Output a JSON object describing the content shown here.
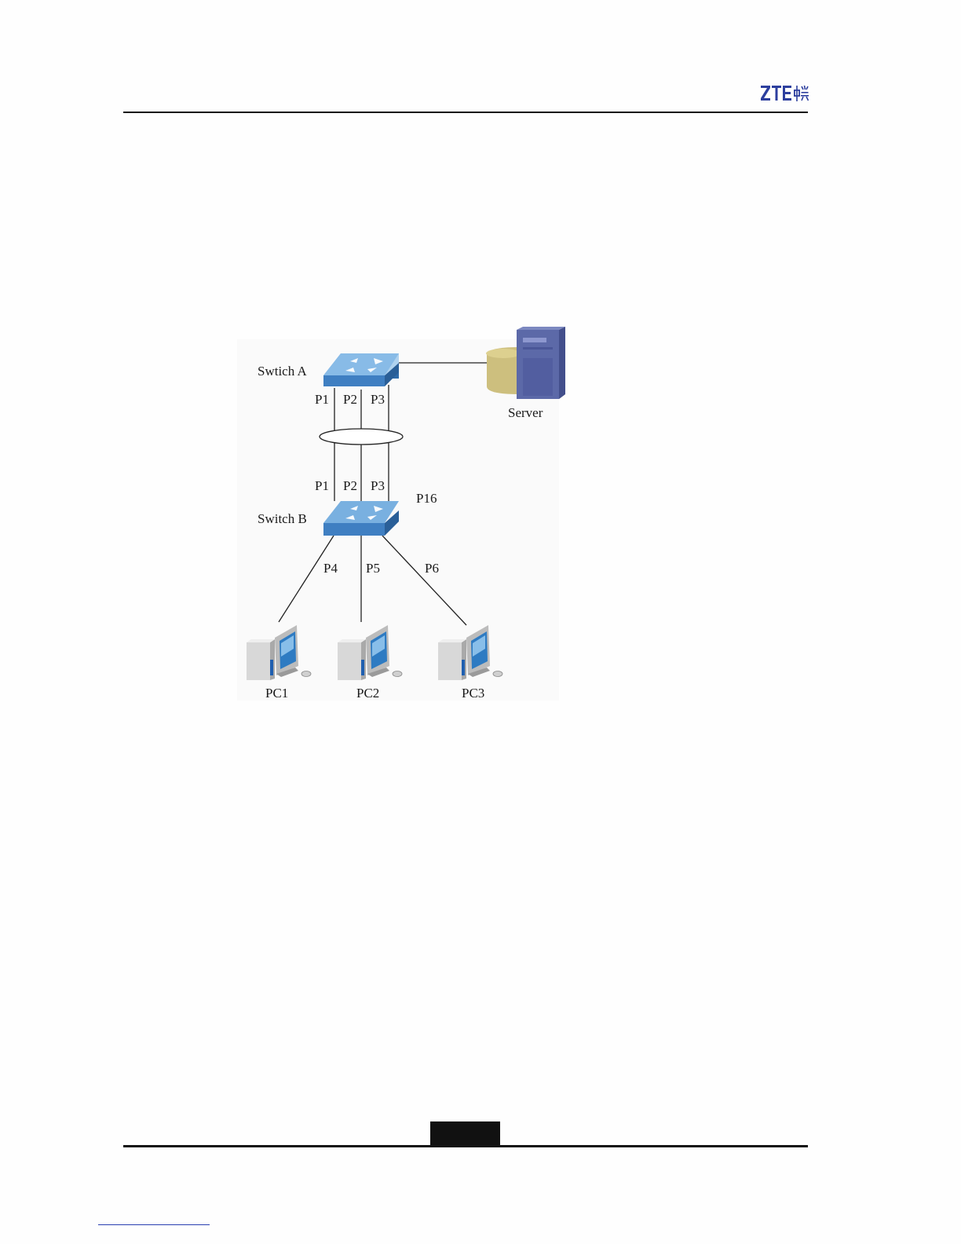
{
  "header": {
    "logo": {
      "text": "ZTE中兴",
      "color": "#2d3f9e"
    }
  },
  "diagram": {
    "nodes": {
      "switch_a": "Swtich A",
      "switch_b": "Switch B",
      "server": "Server",
      "pc1": "PC1",
      "pc2": "PC2",
      "pc3": "PC3"
    },
    "ports": {
      "a_p1": "P1",
      "a_p2": "P2",
      "a_p3": "P3",
      "b_p1": "P1",
      "b_p2": "P2",
      "b_p3": "P3",
      "b_p16": "P16",
      "b_p4": "P4",
      "b_p5": "P5",
      "b_p6": "P6"
    },
    "colors": {
      "switch_fill": "#3f7fc2",
      "switch_top": "#79b0e0",
      "server_body": "#5c69a8",
      "disk": "#cdbf7e",
      "pc_case": "#d8d8d8",
      "screen": "#2e7bc2"
    }
  }
}
